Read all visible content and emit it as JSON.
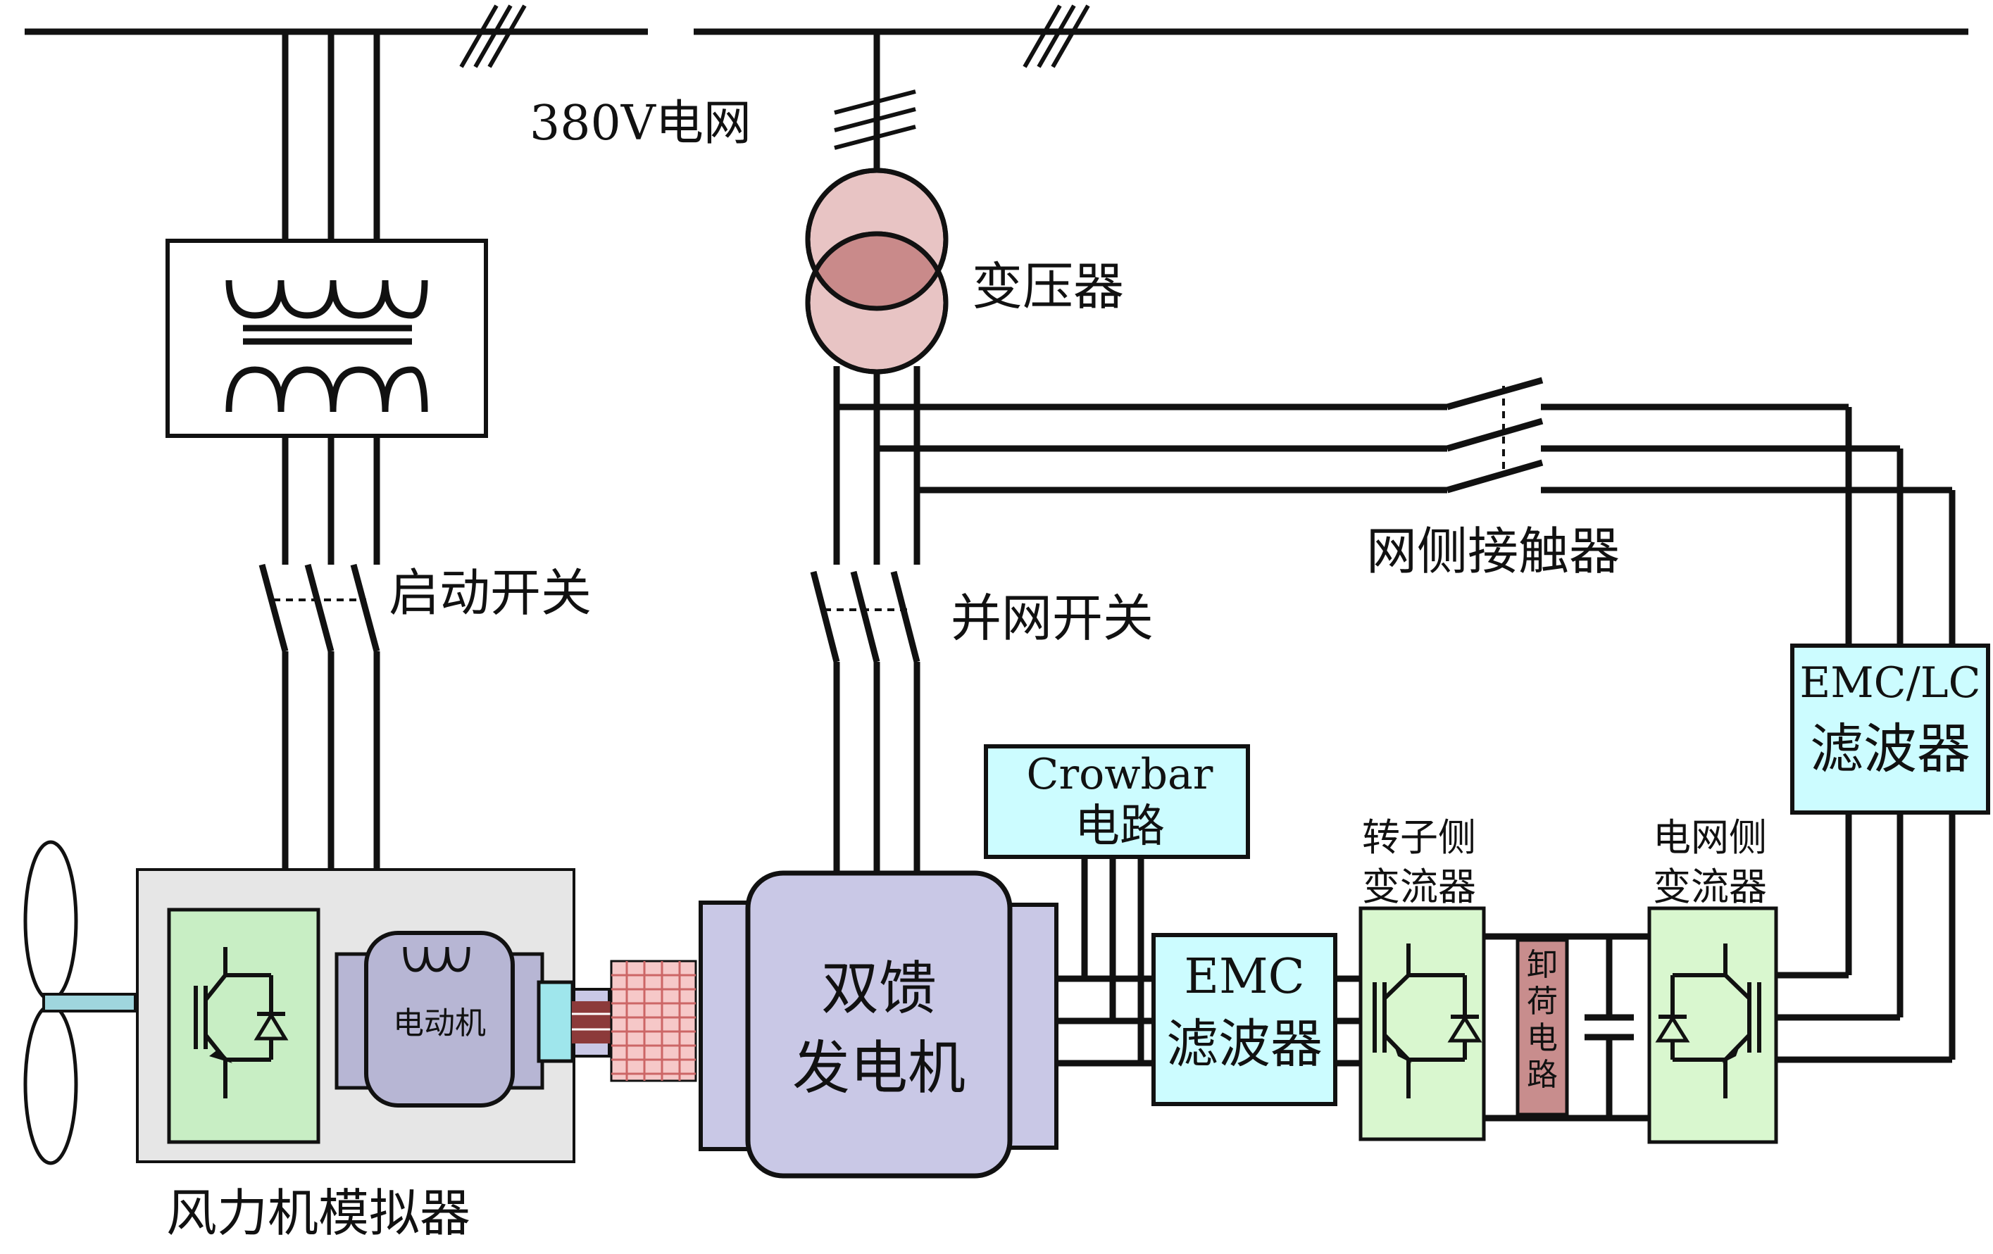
{
  "labels": {
    "grid": "380V电网",
    "transformer": "变压器",
    "start_switch": "启动开关",
    "grid_connect_switch": "并网开关",
    "grid_side_contactor": "网侧接触器",
    "emc_lc_filter_line1": "EMC/LC",
    "emc_lc_filter_line2": "滤波器",
    "crowbar_line1": "Crowbar",
    "crowbar_line2": "电路",
    "emc_filter_line1": "EMC",
    "emc_filter_line2": "滤波器",
    "rotor_converter_line1": "转子侧",
    "rotor_converter_line2": "变流器",
    "grid_converter_line1": "电网侧",
    "grid_converter_line2": "变流器",
    "dump_load": [
      "卸",
      "荷",
      "电",
      "路"
    ],
    "motor": "电动机",
    "dfig_line1": "双馈",
    "dfig_line2": "发电机",
    "wind_simulator": "风力机模拟器"
  },
  "colors": {
    "line": "#111111",
    "crowbar_fill": "#ccfcff",
    "emc_fill": "#ccfcff",
    "converter_fill": "#d9f7cf",
    "inverter_fill": "#c8eec4",
    "simulator_fill": "#e6e6e6",
    "generator_fill": "#c9c8e6",
    "motor_fill": "#b7b6d4",
    "transformer_fill": "#e8c4c4",
    "transformer_overlap": "#c98a8a",
    "dump_load_fill": "#c88d8d",
    "slip_ring_fill": "#f6c8c8"
  }
}
